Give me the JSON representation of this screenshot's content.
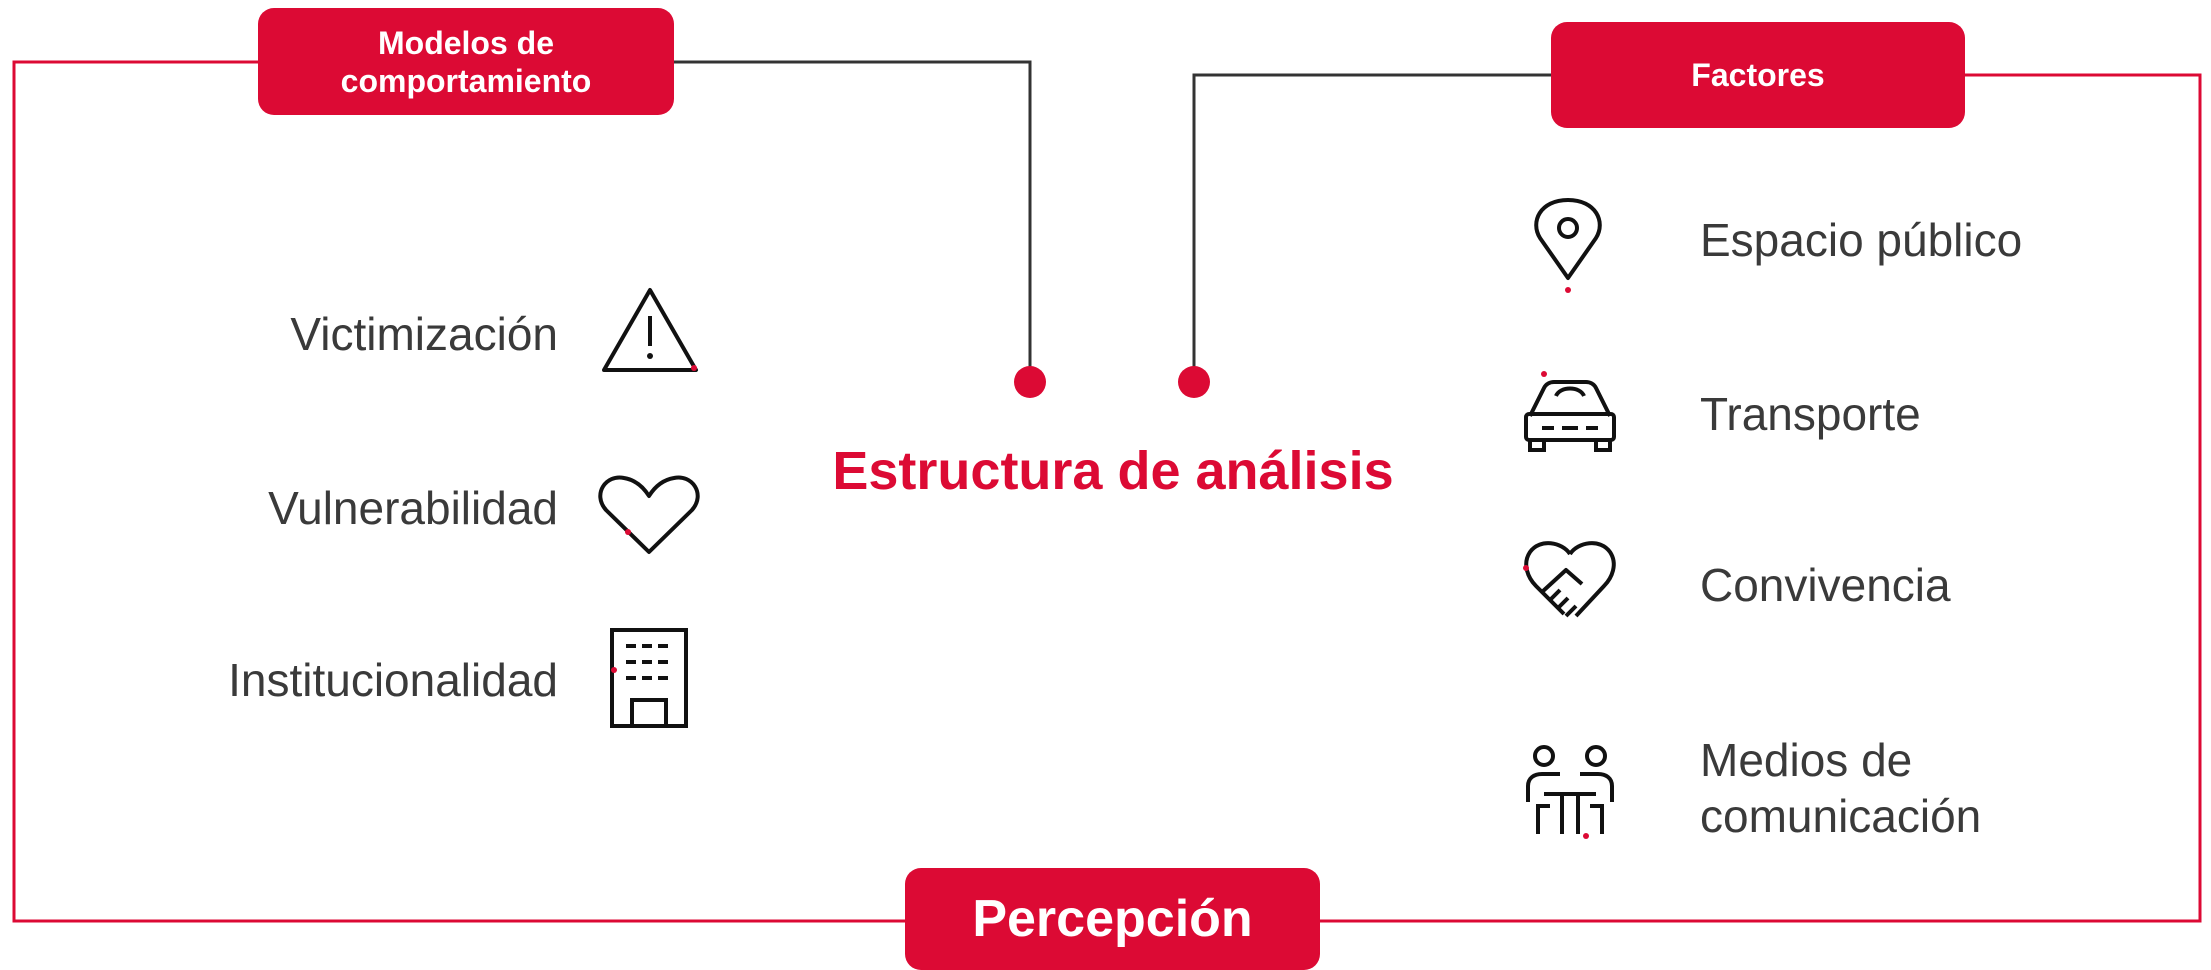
{
  "diagram": {
    "title": "Estructura de análisis",
    "frame_label": "Percepción",
    "left_group": {
      "label": "Modelos de comportamiento",
      "items": [
        {
          "label": "Victimización",
          "icon": "warning-triangle-icon"
        },
        {
          "label": "Vulnerabilidad",
          "icon": "heart-icon"
        },
        {
          "label": "Institucionalidad",
          "icon": "building-icon"
        }
      ]
    },
    "right_group": {
      "label": "Factores",
      "items": [
        {
          "label": "Espacio público",
          "icon": "location-pin-icon"
        },
        {
          "label": "Transporte",
          "icon": "car-icon"
        },
        {
          "label": "Convivencia",
          "icon": "handshake-heart-icon"
        },
        {
          "label": "Medios de comunicación",
          "icon": "people-meeting-icon"
        }
      ]
    }
  },
  "colors": {
    "accent": "#dc0a34",
    "text": "#3a3a3a",
    "line": "#333333"
  }
}
